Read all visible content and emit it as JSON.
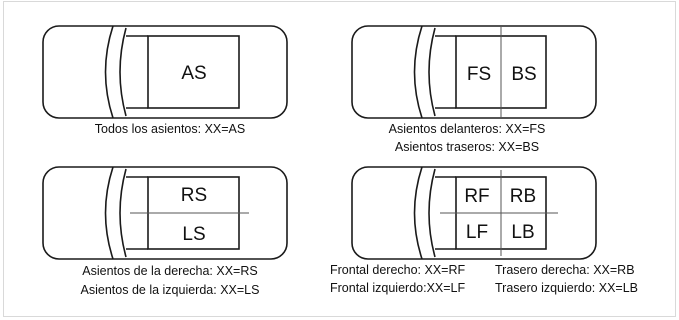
{
  "diagrams": {
    "all_seats": {
      "codes": [
        "AS"
      ],
      "captions": [
        "Todos los asientos: XX=AS"
      ]
    },
    "front_rear": {
      "codes": [
        "FS",
        "BS"
      ],
      "captions": [
        "Asientos delanteros: XX=FS",
        "Asientos traseros: XX=BS"
      ]
    },
    "right_left": {
      "codes": [
        "RS",
        "LS"
      ],
      "captions": [
        "Asientos de la derecha: XX=RS",
        "Asientos de la izquierda: XX=LS"
      ]
    },
    "quadrants": {
      "codes": [
        "RF",
        "RB",
        "LF",
        "LB"
      ],
      "captions": [
        "Frontal derecho: XX=RF",
        "Trasero derecha: XX=RB",
        "Frontal izquierdo:XX=LF",
        "Trasero izquierdo: XX=LB"
      ]
    }
  }
}
